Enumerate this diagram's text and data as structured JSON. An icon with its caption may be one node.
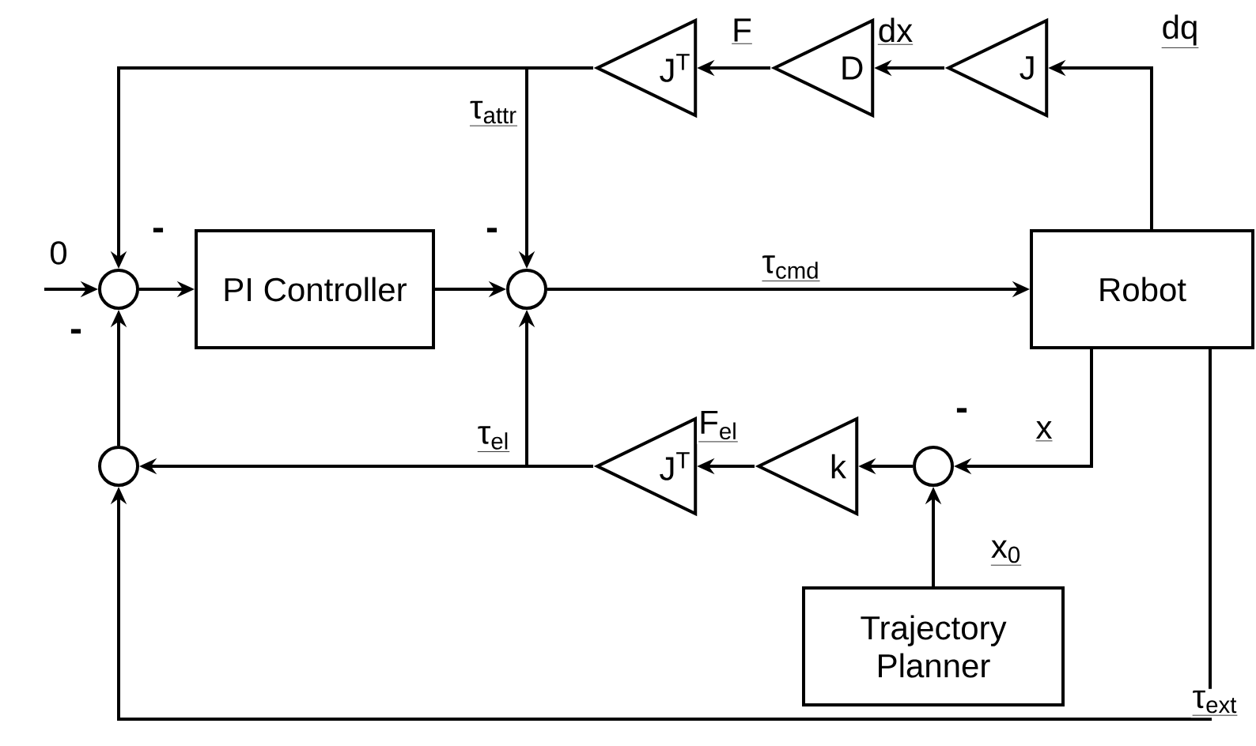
{
  "diagram": {
    "nodes": [
      {
        "text": [],
        "shape": "circle"
      },
      {
        "text": [
          "PI Controller"
        ]
      },
      {
        "text": [],
        "shape": "circle"
      },
      {
        "text": [
          "Robot"
        ]
      },
      {
        "text": [
          "J$^{T}$"
        ]
      },
      {
        "text": [
          "D"
        ]
      },
      {
        "text": [
          "J"
        ]
      },
      {
        "text": [],
        "shape": "circle"
      },
      {
        "text": [
          "J$^{T}$"
        ]
      },
      {
        "text": [
          "k"
        ]
      },
      {
        "text": [],
        "shape": "circle"
      },
      {
        "text": [
          "Trajectory Planner"
        ]
      }
    ],
    "edges": [
      {
        "from": null,
        "to": 0,
        "arrow": "to",
        "label": "0"
      },
      {
        "from": 0,
        "to": 1,
        "arrow": "to"
      },
      {
        "from": 1,
        "to": 2,
        "arrow": "to"
      },
      {
        "from": 2,
        "to": 3,
        "arrow": "to",
        "label": "τ$_{cmd}$"
      },
      {
        "from": 3,
        "to": 6,
        "arrow": "to",
        "label": "dq"
      },
      {
        "from": 6,
        "to": 5,
        "arrow": "to",
        "label": "dx"
      },
      {
        "from": 5,
        "to": 4,
        "arrow": "to",
        "label": "F"
      },
      {
        "from": 4,
        "to": 0,
        "arrow": "to"
      },
      {
        "from": 4,
        "to": 2,
        "arrow": "to",
        "label": "τ$_{attr}$"
      },
      {
        "from": 3,
        "to": 10,
        "arrow": "to",
        "label": "x"
      },
      {
        "from": 11,
        "to": 10,
        "arrow": "to",
        "label": "x$_{0}$"
      },
      {
        "from": 10,
        "to": 9,
        "arrow": "to"
      },
      {
        "from": 9,
        "to": 8,
        "arrow": "to",
        "label": "F$_{el}$"
      },
      {
        "from": 8,
        "to": 7,
        "arrow": "to",
        "label": "τ$_{el}$"
      },
      {
        "from": 8,
        "to": 2,
        "arrow": "to"
      },
      {
        "from": 7,
        "to": 0,
        "arrow": "to"
      },
      {
        "from": 3,
        "to": 7,
        "arrow": "to",
        "label": "τ$_{ext}$"
      }
    ],
    "labels": [
      "-",
      "-",
      "-",
      "-"
    ]
  }
}
